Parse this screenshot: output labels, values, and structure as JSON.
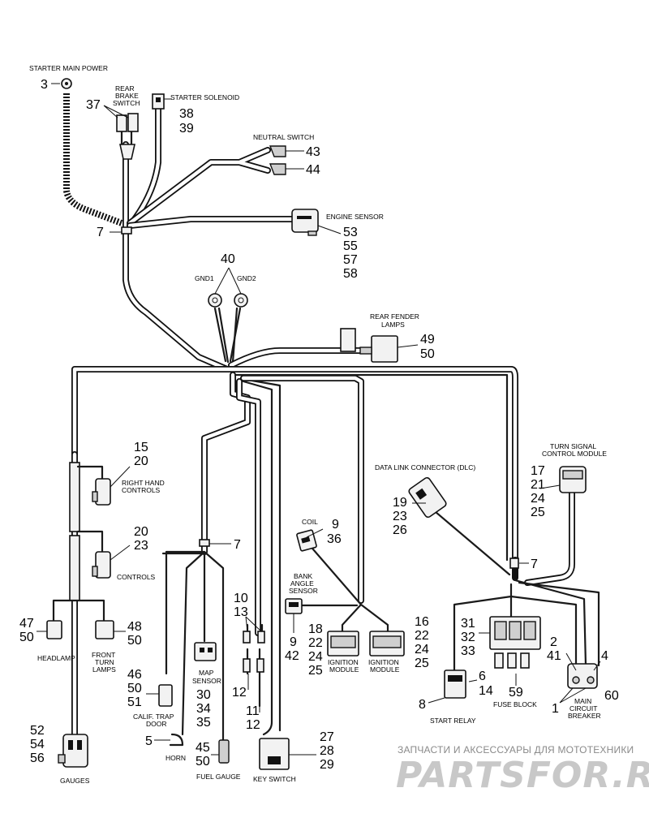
{
  "labels": {
    "starter_main_power": "STARTER MAIN POWER",
    "rear_brake_switch": [
      "REAR",
      "BRAKE",
      "SWITCH"
    ],
    "starter_solenoid": "STARTER SOLENOID",
    "neutral_switch": "NEUTRAL SWITCH",
    "engine_sensor": "ENGINE SENSOR",
    "gnd1": "GND1",
    "gnd2": "GND2",
    "rear_fender_lamps": [
      "REAR FENDER",
      "LAMPS"
    ],
    "right_hand_controls": [
      "RIGHT HAND",
      "CONTROLS"
    ],
    "controls": "CONTROLS",
    "headlamp": "HEADLAMP",
    "front_turn_lamps": [
      "FRONT",
      "TURN",
      "LAMPS"
    ],
    "calif_trap_door": [
      "CALIF. TRAP",
      "DOOR"
    ],
    "horn": "HORN",
    "map_sensor": [
      "MAP",
      "SENSOR"
    ],
    "fuel_gauge": "FUEL GAUGE",
    "gauges": "GAUGES",
    "coil": "COIL",
    "bank_angle_sensor": [
      "BANK",
      "ANGLE",
      "SENSOR"
    ],
    "ignition_module_1": [
      "IGNITION",
      "MODULE"
    ],
    "ignition_module_2": [
      "IGNITION",
      "MODULE"
    ],
    "key_switch": "KEY SWITCH",
    "data_link_connector": "DATA LINK CONNECTOR (DLC)",
    "turn_signal_control_module": [
      "TURN SIGNAL",
      "CONTROL MODULE"
    ],
    "start_relay": "START RELAY",
    "fuse_block": "FUSE BLOCK",
    "main_circuit_breaker": [
      "MAIN",
      "CIRCUIT",
      "BREAKER"
    ]
  },
  "callouts": {
    "starter_main_power": [
      "3"
    ],
    "rear_brake_switch": [
      "37"
    ],
    "starter_solenoid": [
      "38",
      "39"
    ],
    "neutral_switch": [
      "43",
      "44"
    ],
    "clip_upper": [
      "7"
    ],
    "engine_sensor": [
      "53",
      "55",
      "57",
      "58"
    ],
    "grounds": [
      "40"
    ],
    "rear_fender_lamps": [
      "49",
      "50"
    ],
    "right_hand_controls": [
      "15",
      "20"
    ],
    "controls": [
      "20",
      "23"
    ],
    "clip_mid": [
      "7"
    ],
    "headlamp": [
      "47",
      "50"
    ],
    "front_turn_lamps": [
      "48",
      "50"
    ],
    "calif_trap_door": [
      "46",
      "50",
      "51"
    ],
    "horn": [
      "5"
    ],
    "map_sensor": [
      "30",
      "34",
      "35"
    ],
    "fuel_gauge": [
      "45",
      "50"
    ],
    "gauges": [
      "52",
      "54",
      "56"
    ],
    "inline_a": [
      "10",
      "13"
    ],
    "inline_b": [
      "12"
    ],
    "inline_c": [
      "11",
      "12"
    ],
    "coil": [
      "9",
      "36"
    ],
    "bank_angle_sensor": [
      "9",
      "42"
    ],
    "ignition_module_1": [
      "18",
      "22",
      "24",
      "25"
    ],
    "ignition_module_2": [
      "16",
      "22",
      "24",
      "25"
    ],
    "key_switch": [
      "27",
      "28",
      "29"
    ],
    "data_link_connector": [
      "19",
      "23",
      "26"
    ],
    "turn_signal_control_module": [
      "17",
      "21",
      "24",
      "25"
    ],
    "clip_right": [
      "7"
    ],
    "fuse_block_top": [
      "31",
      "32",
      "33"
    ],
    "fuse_block_bottom": [
      "59"
    ],
    "main_circuit_breaker_a": [
      "2",
      "41"
    ],
    "main_circuit_breaker_b": [
      "4"
    ],
    "main_circuit_breaker_c": [
      "1",
      "60"
    ],
    "start_relay_a": [
      "6",
      "14"
    ],
    "start_relay_b": [
      "8"
    ]
  },
  "watermark": {
    "tagline": "ЗАПЧАСТИ И АКСЕССУАРЫ ДЛЯ МОТОТЕХНИКИ",
    "brand": "PARTSFOR.RU"
  }
}
